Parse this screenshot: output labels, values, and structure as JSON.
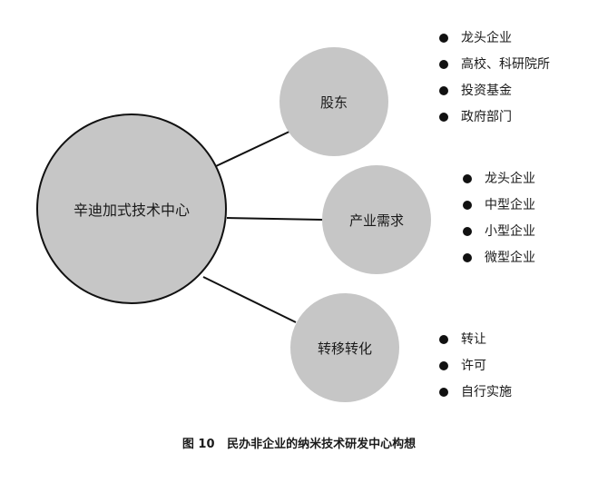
{
  "center": {
    "label": "辛迪加式技术中心"
  },
  "nodes": [
    {
      "label": "股东",
      "items": [
        "龙头企业",
        "高校、科研院所",
        "投资基金",
        "政府部门"
      ]
    },
    {
      "label": "产业需求",
      "items": [
        "龙头企业",
        "中型企业",
        "小型企业",
        "微型企业"
      ]
    },
    {
      "label": "转移转化",
      "items": [
        "转让",
        "许可",
        "自行实施"
      ]
    }
  ],
  "caption": "图 10   民办非企业的纳米技术研发中心构想",
  "colors": {
    "node_fill": "#c6c6c6",
    "line": "#111111",
    "bullet": "#111111"
  }
}
